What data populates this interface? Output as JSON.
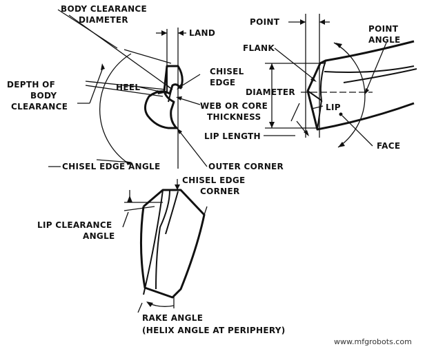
{
  "labels": {
    "body_clearance_diameter_1": "BODY CLEARANCE",
    "body_clearance_diameter_2": "DIAMETER",
    "land": "LAND",
    "depth_body_clearance_1": "DEPTH OF",
    "depth_body_clearance_2": "BODY",
    "depth_body_clearance_3": "CLEARANCE",
    "heel": "HEEL",
    "chisel_edge_1": "CHISEL",
    "chisel_edge_2": "EDGE",
    "web_core_1": "WEB OR CORE",
    "web_core_2": "THICKNESS",
    "chisel_edge_angle": "CHISEL EDGE ANGLE",
    "outer_corner": "OUTER CORNER",
    "point": "POINT",
    "point_angle_1": "POINT",
    "point_angle_2": "ANGLE",
    "flank": "FLANK",
    "diameter": "DIAMETER",
    "lip": "LIP",
    "lip_length": "LIP LENGTH",
    "face": "FACE",
    "chisel_edge_corner_1": "CHISEL EDGE",
    "chisel_edge_corner_2": "CORNER",
    "lip_clearance_angle_1": "LIP CLEARANCE",
    "lip_clearance_angle_2": "ANGLE",
    "rake_angle_1": "RAKE ANGLE",
    "rake_angle_2": "(HELIX ANGLE AT PERIPHERY)"
  },
  "watermark": "www.mfgrobots.com"
}
